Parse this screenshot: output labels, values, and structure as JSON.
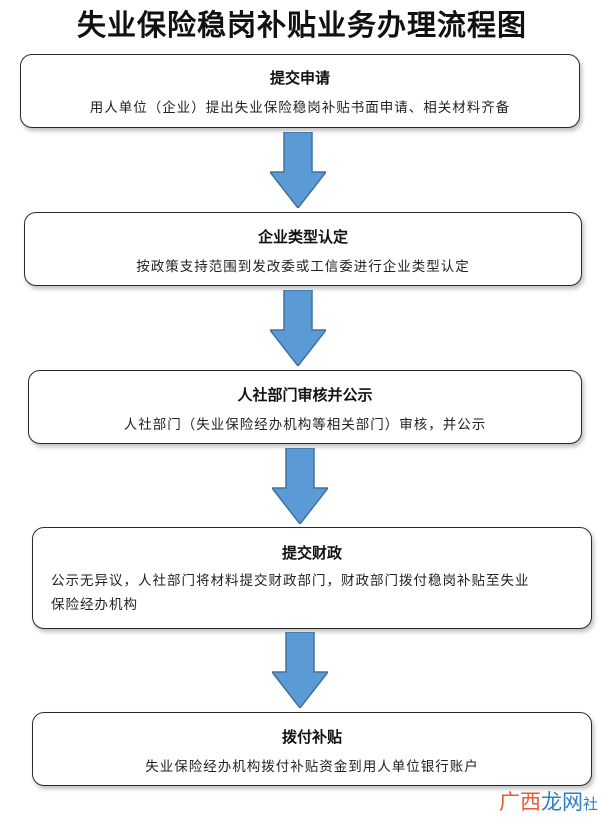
{
  "title": "失业保险稳岗补贴业务办理流程图",
  "steps": [
    {
      "title": "提交申请",
      "desc": "用人单位（企业）提出失业保险稳岗补贴书面申请、相关材料齐备"
    },
    {
      "title": "企业类型认定",
      "desc": "按政策支持范围到发改委或工信委进行企业类型认定"
    },
    {
      "title": "人社部门审核并公示",
      "desc": "人社部门（失业保险经办机构等相关部门）审核，并公示"
    },
    {
      "title": "提交财政",
      "desc_line1": "公示无异议，人社部门将材料提交财政部门，财政部门拨付稳岗补贴至失业",
      "desc_line2": "保险经办机构"
    },
    {
      "title": "拨付补贴",
      "desc": "失业保险经办机构拨付补贴资金到用人单位银行账户"
    }
  ],
  "watermark": {
    "part1": "广西",
    "part2": "龙网",
    "part3": "社"
  },
  "colors": {
    "arrow_fill": "#5a9bd5",
    "arrow_stroke": "#41729f"
  }
}
